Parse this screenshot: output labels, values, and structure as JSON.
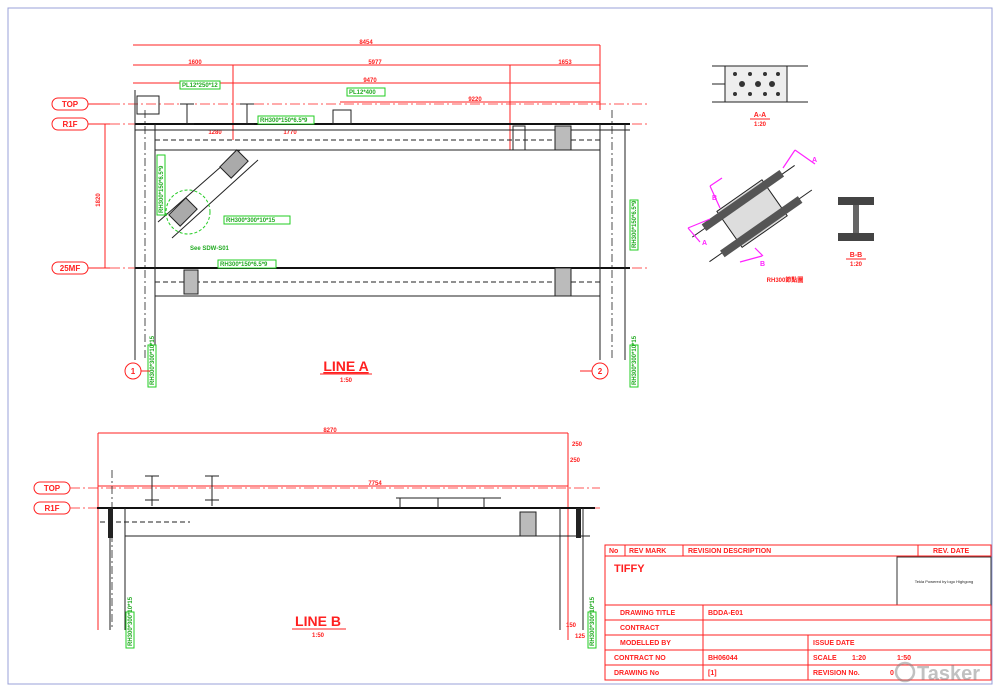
{
  "levels": {
    "top": "TOP",
    "r1f": "R1F",
    "mf": "25MF"
  },
  "grid": {
    "one": "1",
    "two": "2"
  },
  "line_a": {
    "title": "LINE A",
    "scale": "1:50",
    "dims": {
      "overall": "8454",
      "d1": "1600",
      "d2": "5977",
      "d3": "1653",
      "d4": "9470",
      "d5": "9220",
      "d6": "1820",
      "d7": "1280",
      "d8": "1770"
    },
    "tags": {
      "t1": "PL12*250*12",
      "t2": "PL12*400",
      "t3": "RH300*150*6.5*9",
      "t4": "RH300*300*10*15",
      "t5": "RH300*150*6.5*9",
      "t6": "RH300*150*6.5*9",
      "t7": "RH300*150*6.5*9",
      "t8": "RH300*300*10*15",
      "t9": "RH300*300*10*15"
    },
    "note": "See SDW-S01"
  },
  "line_b": {
    "title": "LINE B",
    "scale": "1:50",
    "dims": {
      "overall": "8270",
      "d1": "7754",
      "d2": "250",
      "d3": "250",
      "d4": "150",
      "d5": "125"
    },
    "tags": {
      "t1": "RH300*300*10*15",
      "t2": "RH300*300*10*15"
    }
  },
  "sections": {
    "aa": {
      "title": "A-A",
      "scale": "1:20"
    },
    "bb": {
      "title": "B-B",
      "scale": "1:20"
    },
    "detail": {
      "title": "RH300節點圖"
    },
    "cut_a": "A",
    "cut_b": "B"
  },
  "title_block": {
    "header": {
      "no": "No",
      "rev_mark": "REV MARK",
      "rev_desc": "REVISION DESCRIPTION",
      "rev_date": "REV. DATE"
    },
    "company": "TIFFY",
    "logo_note": "Tekla Powered by logo Highgong",
    "drawing_title_label": "DRAWING TITLE",
    "drawing_title": "BDDA-E01",
    "contract_label": "CONTRACT",
    "contract": "",
    "modelled_by_label": "MODELLED BY",
    "modelled_by": "",
    "issue_date_label": "ISSUE DATE",
    "contract_no_label": "CONTRACT NO",
    "contract_no": "BH06044",
    "scale_label": "SCALE",
    "scale_1": "1:20",
    "scale_2": "1:50",
    "drawing_no_label": "DRAWING No",
    "drawing_no": "[1]",
    "revision_no_label": "REVISION No.",
    "revision_no": "0"
  },
  "watermark": "Tasker"
}
